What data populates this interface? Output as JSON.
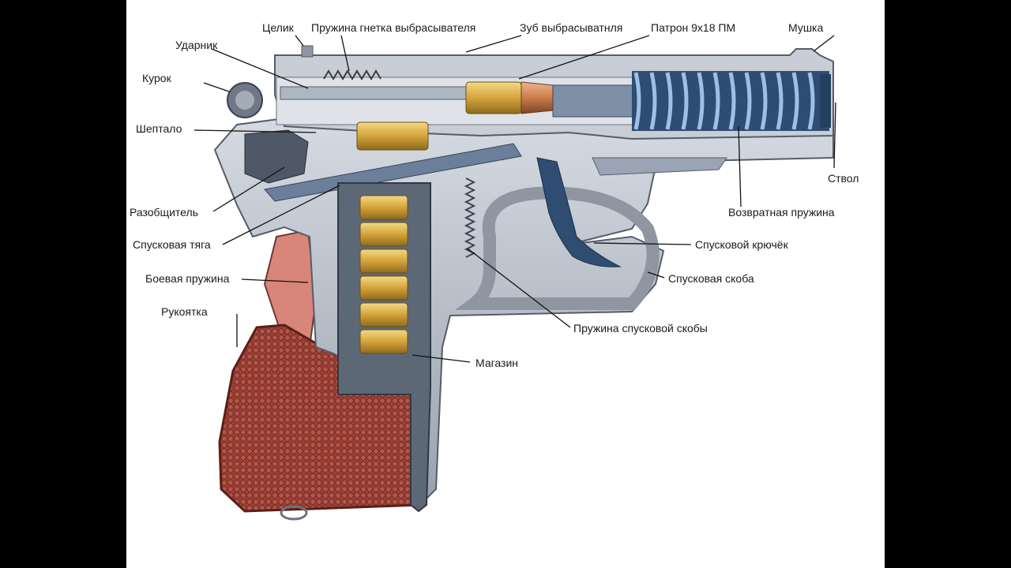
{
  "labels": {
    "tselik": "Целик",
    "pruzhina_gnetka": "Пружина гнетка выбрасывателя",
    "zub_vybras": "Зуб выбрасыватнля",
    "patron": "Патрон 9х18 ПМ",
    "mushka": "Мушка",
    "udarnik": "Ударник",
    "kurok": "Курок",
    "sheptalo": "Шептало",
    "stvol": "Ствол",
    "razobshchitel": "Разобщитель",
    "vozvratnaya": "Возвратная пружина",
    "spuskovaya_tyaga": "Спусковая тяга",
    "spuskovoy_kryuchok": "Спусковой крючёк",
    "boevaya_pruzhina": "Боевая пружина",
    "spuskovaya_skoba": "Спусковая скоба",
    "rukoyatka": "Рукоятка",
    "pruzhina_skoby": "Пружина спусковой скобы",
    "magazin": "Магазин"
  },
  "colors": {
    "background_bar": "#000000",
    "canvas": "#ffffff",
    "frame": "#b7bcc6",
    "frame_dark": "#7d8594",
    "slide_inner": "#d9dde3",
    "steel_blue": "#4a6b8f",
    "spring_blue": "#3d6ea3",
    "brass": "#d6a83a",
    "bullet": "#c97a4a",
    "grip_red": "#a4453a",
    "grip_pink": "#d9867a",
    "magazine": "#5a6472",
    "leader": "#111111"
  }
}
